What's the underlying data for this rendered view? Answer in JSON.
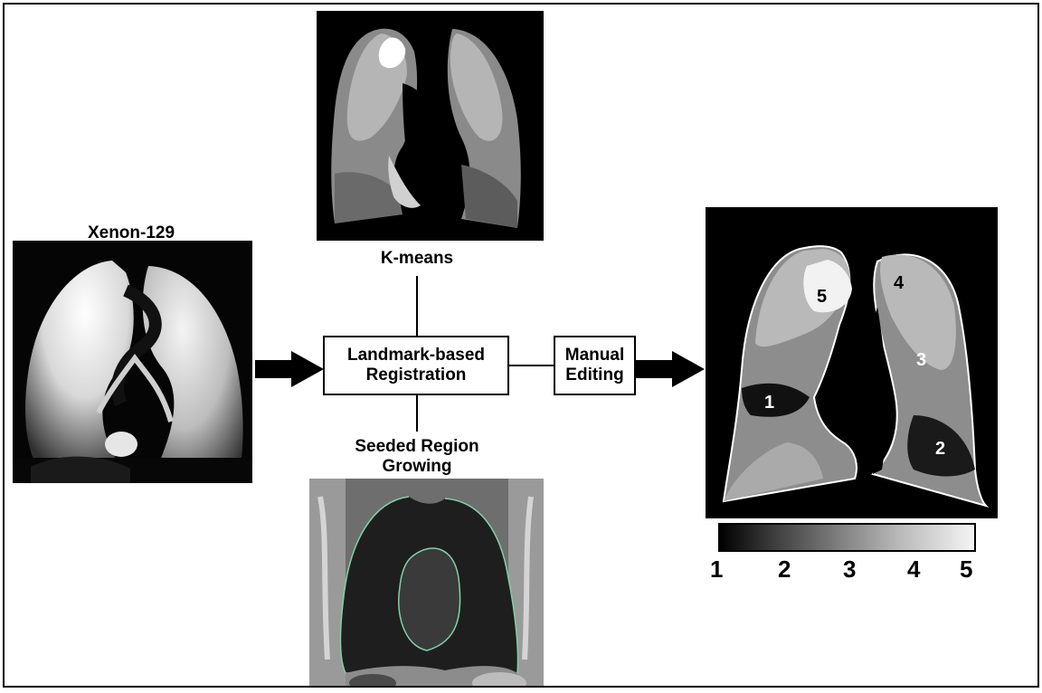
{
  "labels": {
    "xenon": "Xenon-129",
    "kmeans": "K-means",
    "seeded_line1": "Seeded Region",
    "seeded_line2": "Growing"
  },
  "boxes": {
    "registration_line1": "Landmark-based",
    "registration_line2": "Registration",
    "editing_line1": "Manual",
    "editing_line2": "Editing"
  },
  "result_regions": [
    "1",
    "2",
    "3",
    "4",
    "5"
  ],
  "colorbar": {
    "ticks": [
      "1",
      "2",
      "3",
      "4",
      "5"
    ]
  },
  "colors": {
    "background": "#ffffff",
    "line": "#000000",
    "contour": "#7fd1a8"
  }
}
